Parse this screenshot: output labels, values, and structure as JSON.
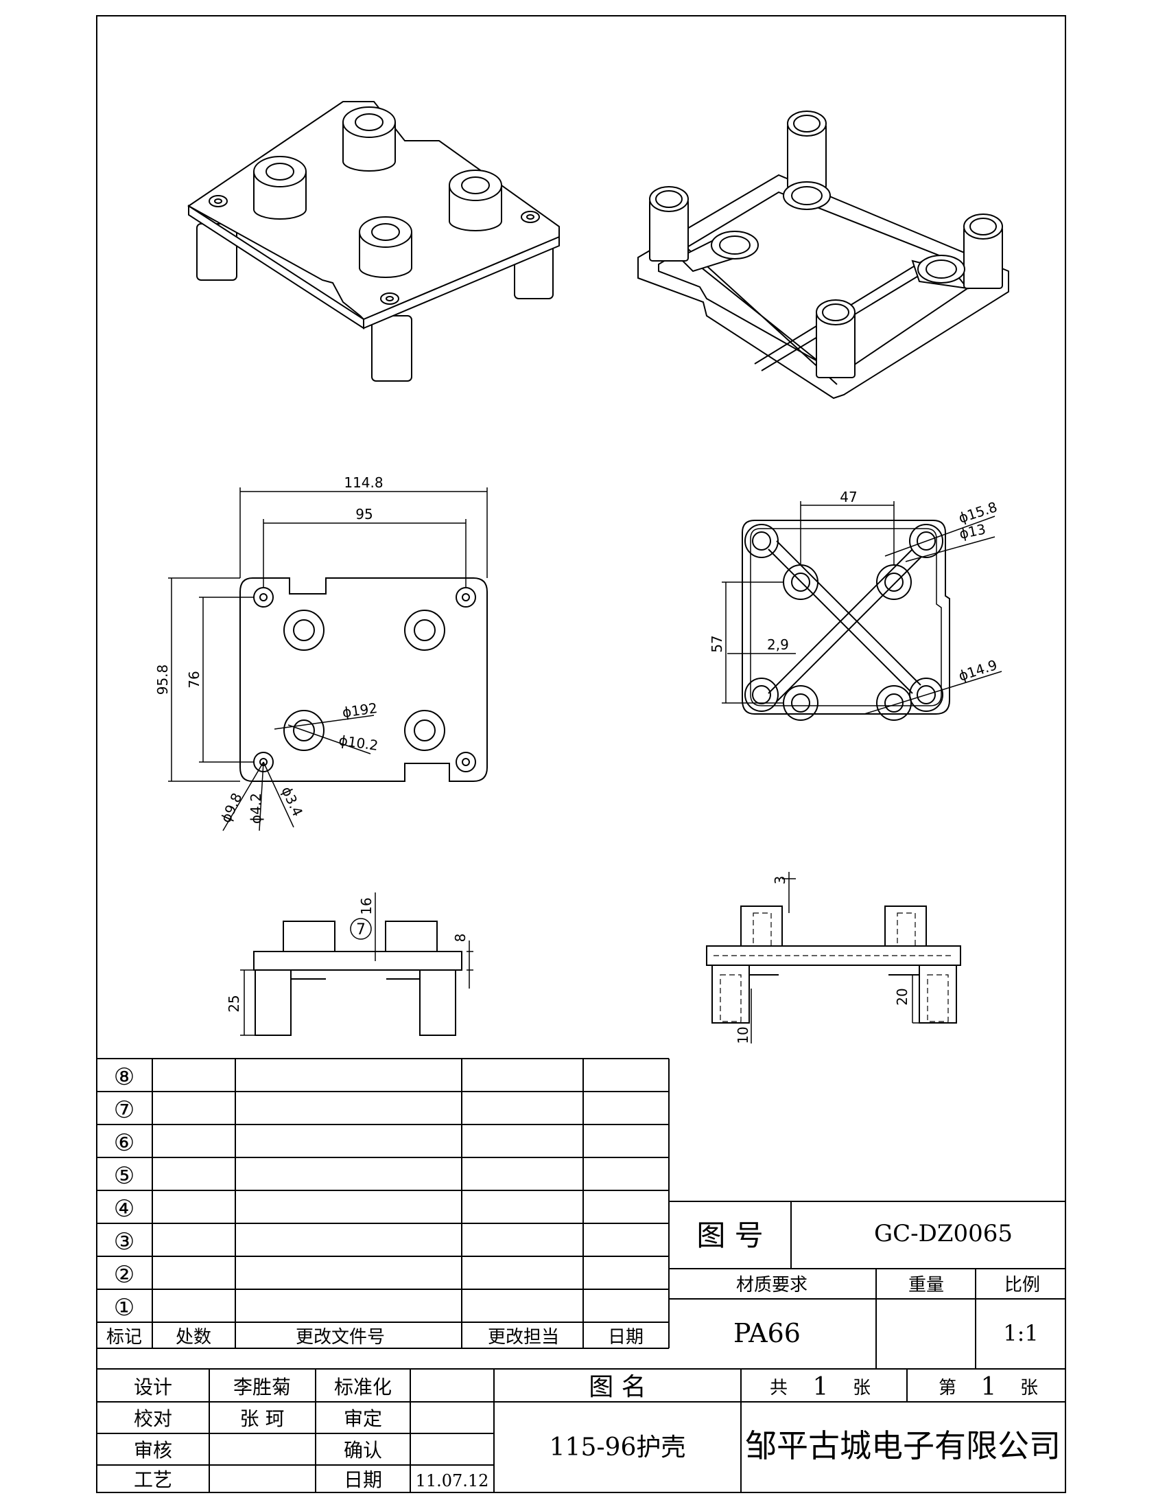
{
  "dimensions": {
    "top_view": {
      "width_overall": "114.8",
      "hole_spacing_x": "95",
      "height_overall": "95.8",
      "hole_spacing_y": "76",
      "boss_outer": "ϕ192",
      "boss_inner": "ϕ10.2",
      "post_outer": "ϕ9.8",
      "post_mid": "ϕ4.2",
      "post_inner": "ϕ3.4"
    },
    "bottom_view": {
      "boss_spacing": "47",
      "tube_outer": "ϕ15.8",
      "tube_inner": "ϕ13",
      "boss_spacing_y": "57",
      "wall": "2,9",
      "ring": "ϕ14.9"
    },
    "front_view": {
      "boss_height": "16",
      "balloon": "7",
      "plate_thickness": "8",
      "leg_height": "25"
    },
    "section_view": {
      "rim": "3",
      "leg_depth": "20",
      "leg_gap": "10"
    }
  },
  "revision_table": {
    "rows": [
      "⑧",
      "⑦",
      "⑥",
      "⑤",
      "④",
      "③",
      "②",
      "①"
    ],
    "headers": {
      "mark": "标记",
      "count": "处数",
      "doc_no": "更改文件号",
      "signer": "更改担当",
      "date": "日期"
    }
  },
  "title_block": {
    "drawing_no_label": "图 号",
    "drawing_no": "GC-DZ0065",
    "material_label": "材质要求",
    "weight_label": "重量",
    "scale_label": "比例",
    "material": "PA66",
    "weight": "",
    "scale": "1:1",
    "design_label": "设计",
    "designer": "李胜菊",
    "standard_label": "标准化",
    "standard": "",
    "check_label": "校对",
    "checker": "张 珂",
    "approve_label": "审定",
    "approver": "",
    "review_label": "审核",
    "reviewer": "",
    "confirm_label": "确认",
    "confirmer": "",
    "process_label": "工艺",
    "process": "",
    "date_label": "日期",
    "date": "11.07.12",
    "name_label": "图 名",
    "part_name": "115-96护壳",
    "total_prefix": "共",
    "total_sheets": "1",
    "total_suffix": "张",
    "sheet_prefix": "第",
    "sheet_no": "1",
    "sheet_suffix": "张",
    "company": "邹平古城电子有限公司"
  }
}
